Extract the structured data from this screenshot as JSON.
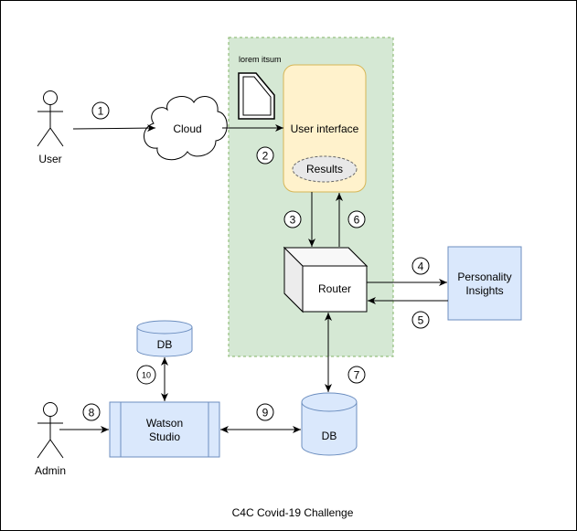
{
  "nodes": {
    "user": "User",
    "admin": "Admin",
    "cloud": "Cloud",
    "doc_note": "lorem itsum",
    "user_interface": "User interface",
    "results": "Results",
    "router": "Router",
    "personality_insights": [
      "Personality",
      "Insights"
    ],
    "watson_studio": [
      "Watson",
      "Studio"
    ],
    "db_top": "DB",
    "db_bottom": "DB"
  },
  "steps": [
    "1",
    "2",
    "3",
    "4",
    "5",
    "6",
    "7",
    "8",
    "9",
    "10"
  ],
  "caption": "C4C Covid-19 Challenge",
  "colors": {
    "container_fill": "#d5e8d4",
    "container_stroke": "#82b366",
    "ui_fill": "#fff2cc",
    "ui_stroke": "#d6b656",
    "blue_fill": "#dae8fc",
    "blue_stroke": "#6c8ebf"
  }
}
